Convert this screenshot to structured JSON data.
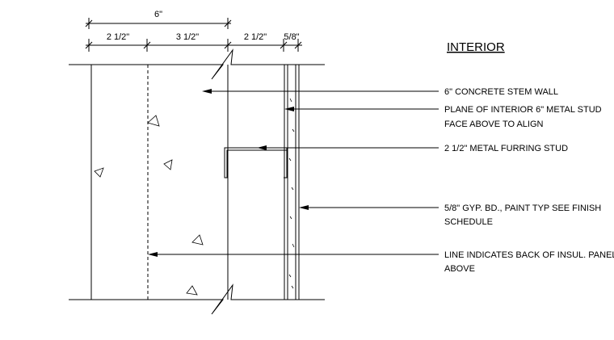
{
  "title": "INTERIOR",
  "dimensions": {
    "overall": "6\"",
    "segment_1": "2 1/2\"",
    "segment_2": "3 1/2\"",
    "segment_3": "2 1/2\"",
    "segment_4": "5/8\""
  },
  "callouts": [
    {
      "lines": [
        "6\" CONCRETE STEM WALL"
      ]
    },
    {
      "lines": [
        "PLANE OF INTERIOR 6\" METAL STUD",
        "FACE ABOVE TO ALIGN"
      ]
    },
    {
      "lines": [
        "2 1/2\" METAL FURRING STUD"
      ]
    },
    {
      "lines": [
        "5/8\" GYP. BD., PAINT TYP  SEE FINISH",
        "SCHEDULE"
      ]
    },
    {
      "lines": [
        "LINE INDICATES BACK OF INSUL. PANEL",
        "ABOVE"
      ]
    }
  ]
}
